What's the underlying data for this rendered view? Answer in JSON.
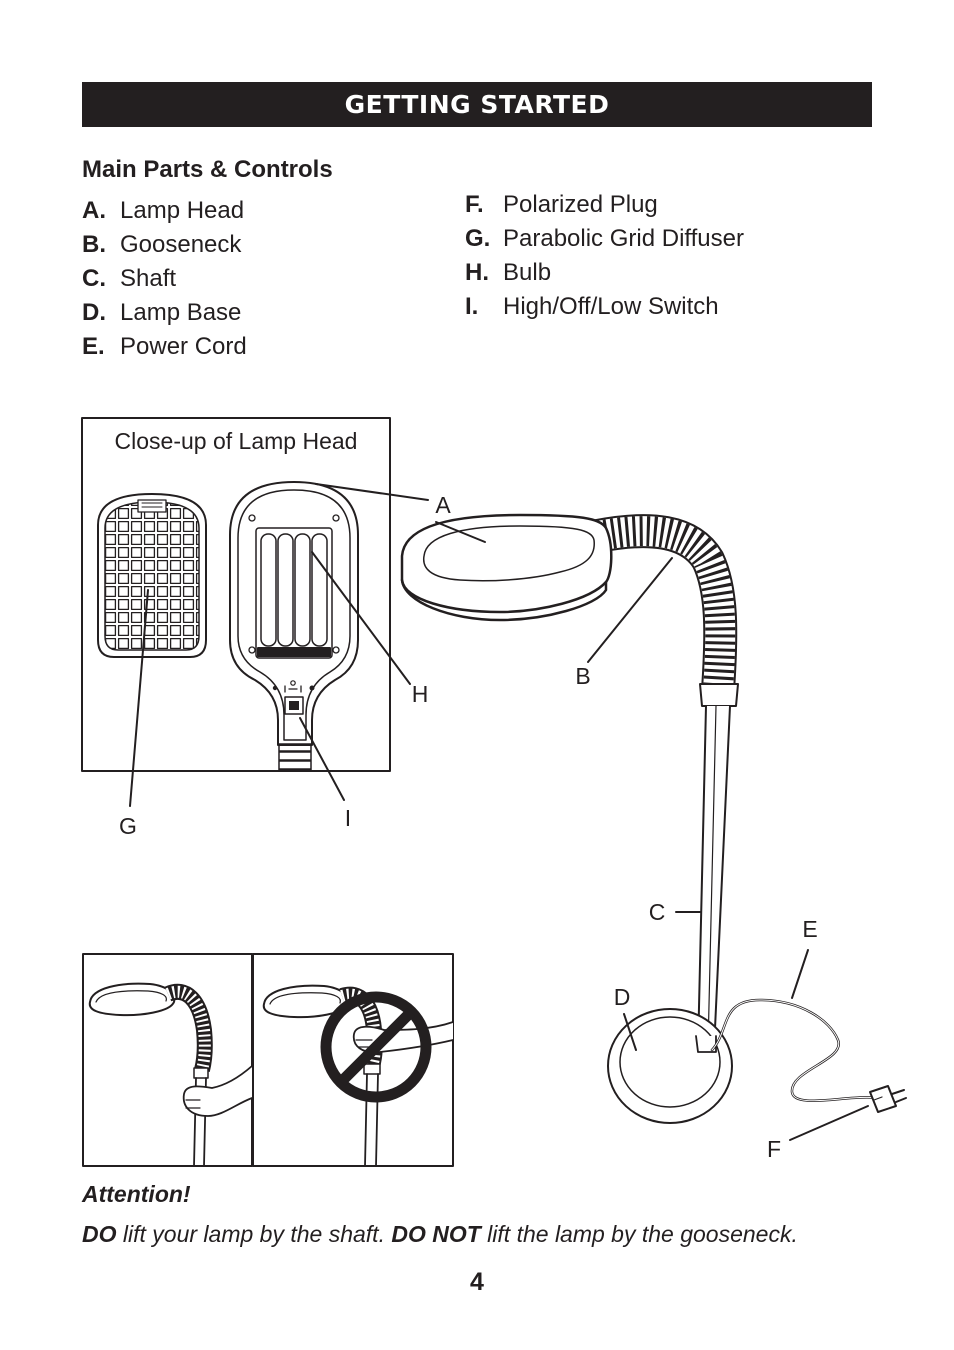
{
  "header": {
    "title": "GETTING STARTED"
  },
  "section": {
    "title": "Main Parts & Controls"
  },
  "parts_left": [
    {
      "letter": "A.",
      "name": "Lamp Head"
    },
    {
      "letter": "B.",
      "name": "Gooseneck"
    },
    {
      "letter": "C.",
      "name": "Shaft"
    },
    {
      "letter": "D.",
      "name": "Lamp Base"
    },
    {
      "letter": "E.",
      "name": "Power Cord"
    }
  ],
  "parts_right": [
    {
      "letter": "F.",
      "name": "Polarized Plug"
    },
    {
      "letter": "G.",
      "name": "Parabolic Grid Diffuser"
    },
    {
      "letter": "H.",
      "name": "Bulb"
    },
    {
      "letter": "I.",
      "name": "High/Off/Low Switch"
    }
  ],
  "diagram": {
    "closeup_caption": "Close-up of Lamp Head",
    "labels": {
      "a": "A",
      "b": "B",
      "c": "C",
      "d": "D",
      "e": "E",
      "f": "F",
      "g": "G",
      "h": "H",
      "i": "I"
    }
  },
  "attention": {
    "title": "Attention!",
    "do": "DO",
    "do_text": " lift your lamp by the shaft. ",
    "do_not": "DO NOT",
    "do_not_text": " lift the lamp by the gooseneck."
  },
  "page_number": "4"
}
